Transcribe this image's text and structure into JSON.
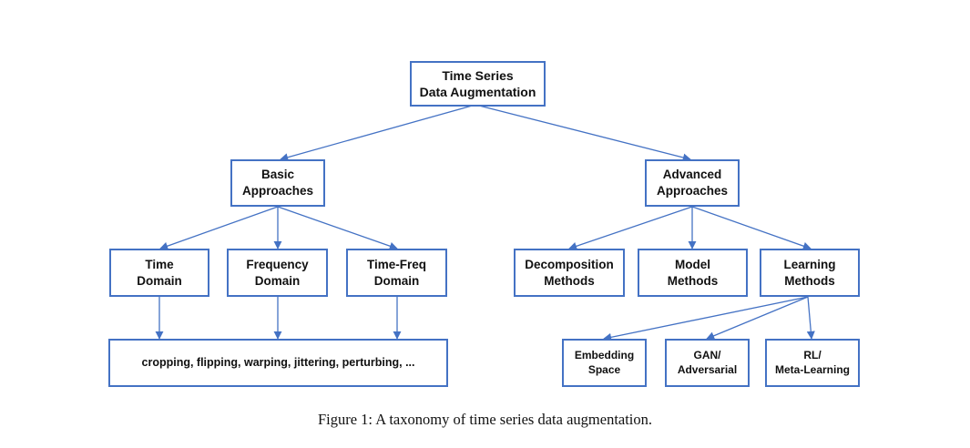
{
  "nodes": {
    "root": {
      "line1": "Time Series",
      "line2": "Data Augmentation"
    },
    "basic": {
      "line1": "Basic",
      "line2": "Approaches"
    },
    "advanced": {
      "line1": "Advanced",
      "line2": "Approaches"
    },
    "time_domain": {
      "line1": "Time",
      "line2": "Domain"
    },
    "frequency_domain": {
      "line1": "Frequency",
      "line2": "Domain"
    },
    "timefreq_domain": {
      "line1": "Time-Freq",
      "line2": "Domain"
    },
    "decomposition": {
      "line1": "Decomposition",
      "line2": "Methods"
    },
    "model": {
      "line1": "Model",
      "line2": "Methods"
    },
    "learning": {
      "line1": "Learning",
      "line2": "Methods"
    },
    "basic_examples": {
      "line1": "cropping, flipping, warping, jittering, perturbing, ..."
    },
    "embedding": {
      "line1": "Embedding",
      "line2": "Space"
    },
    "gan": {
      "line1": "GAN/",
      "line2": "Adversarial"
    },
    "rl": {
      "line1": "RL/",
      "line2": "Meta-Learning"
    }
  },
  "caption": "Figure 1: A taxonomy of time series data augmentation.",
  "colors": {
    "border": "#4472c4",
    "arrow": "#4472c4"
  }
}
